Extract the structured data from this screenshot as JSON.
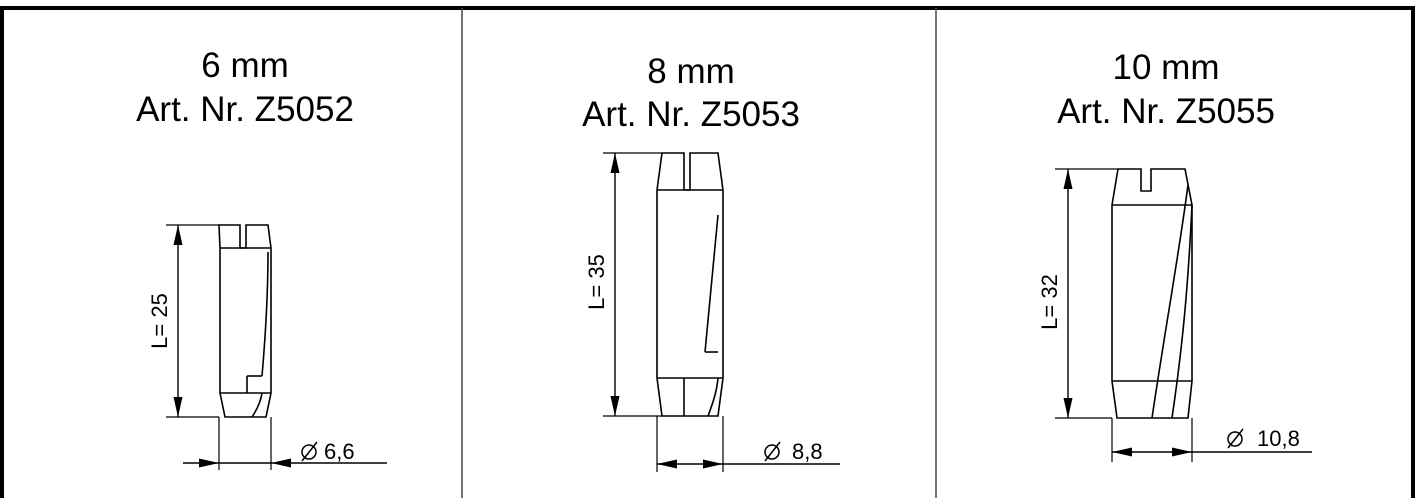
{
  "panels": [
    {
      "size_label": "6 mm",
      "art_label": "Art. Nr. Z5052",
      "length_label": "L= 25",
      "diameter_label": "6,6"
    },
    {
      "size_label": "8 mm",
      "art_label": "Art. Nr. Z5053",
      "length_label": "L= 35",
      "diameter_label": "8,8"
    },
    {
      "size_label": "10 mm",
      "art_label": "Art. Nr. Z5055",
      "length_label": "L= 32",
      "diameter_label": "10,8"
    }
  ],
  "diameter_symbol": "diameter-symbol-icon"
}
